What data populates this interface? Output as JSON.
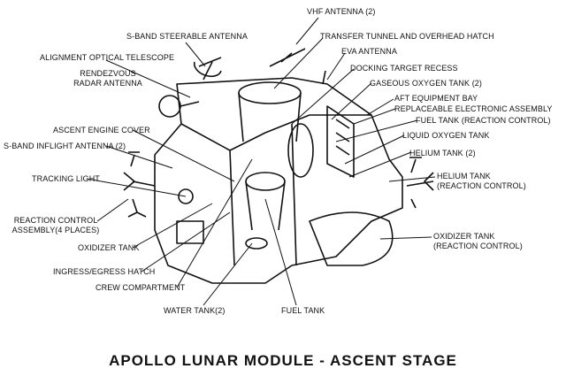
{
  "title": "APOLLO LUNAR MODULE - ASCENT STAGE",
  "labels": {
    "vhf_antenna": "VHF ANTENNA (2)",
    "s_band_steerable": "S-BAND STEERABLE ANTENNA",
    "transfer_tunnel": "TRANSFER TUNNEL AND OVERHEAD HATCH",
    "eva_antenna": "EVA ANTENNA",
    "alignment_telescope": "ALIGNMENT OPTICAL TELESCOPE",
    "docking_target": "DOCKING TARGET RECESS",
    "rendezvous_radar_1": "RENDEZVOUS",
    "rendezvous_radar_2": "RADAR ANTENNA",
    "gaseous_oxygen": "GASEOUS OXYGEN TANK (2)",
    "aft_equipment": "AFT EQUIPMENT BAY",
    "replaceable_electronic": "REPLACEABLE ELECTRONIC ASSEMBLY",
    "ascent_engine_cover": "ASCENT ENGINE COVER",
    "fuel_tank_rc": "FUEL TANK (REACTION CONTROL)",
    "liquid_oxygen": "LIQUID OXYGEN TANK",
    "s_band_inflight": "S-BAND INFLIGHT ANTENNA (2)",
    "helium_tank_2": "HELIUM TANK (2)",
    "tracking_light": "TRACKING LIGHT",
    "helium_tank_rc_1": "HELIUM TANK",
    "helium_tank_rc_2": "(REACTION CONTROL)",
    "rc_assembly_1": "REACTION CONTROL",
    "rc_assembly_2": "ASSEMBLY(4 PLACES)",
    "oxidizer_tank": "OXIDIZER TANK",
    "oxidizer_tank_rc_1": "OXIDIZER TANK",
    "oxidizer_tank_rc_2": "(REACTION CONTROL)",
    "ingress_hatch": "INGRESS/EGRESS HATCH",
    "crew_compartment": "CREW COMPARTMENT",
    "water_tank": "WATER TANK(2)",
    "fuel_tank": "FUEL TANK"
  }
}
